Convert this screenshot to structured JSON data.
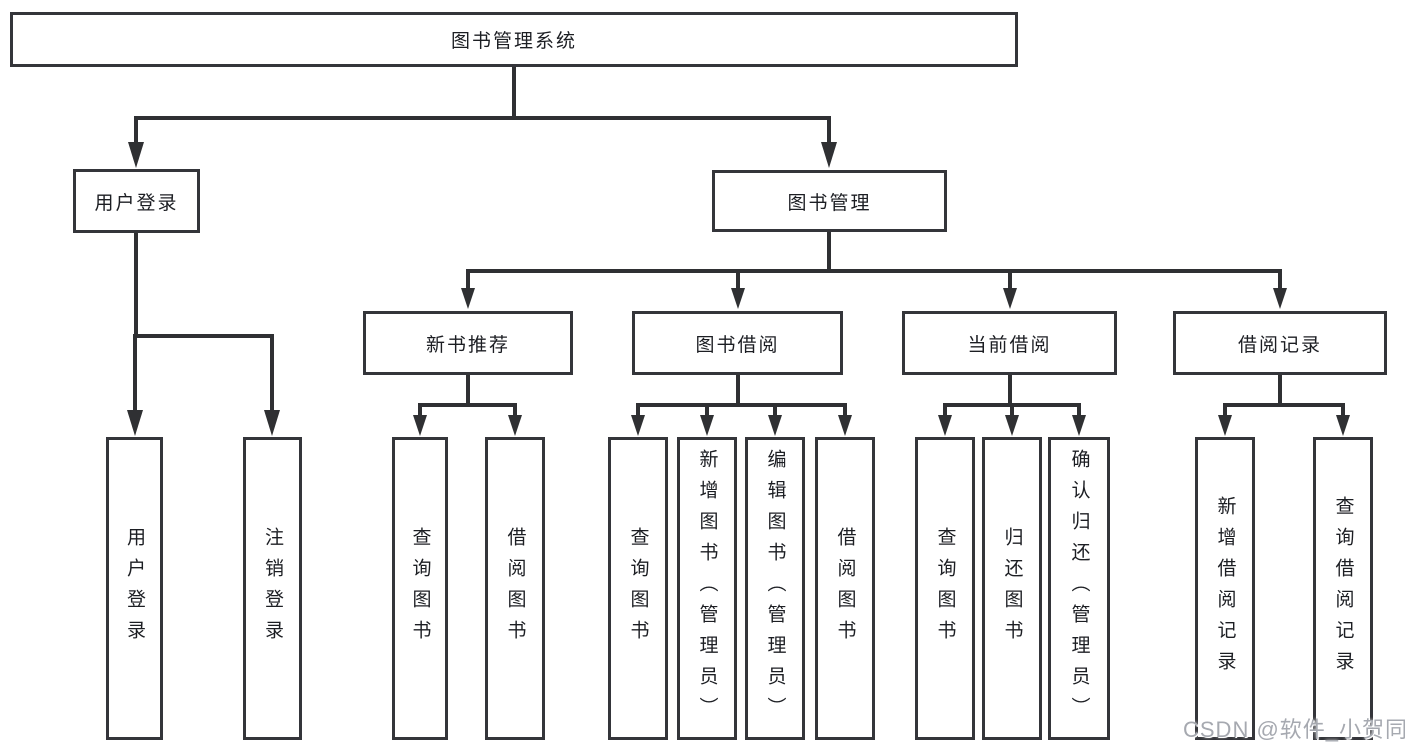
{
  "tree": {
    "root": "图书管理系统",
    "user_login": {
      "label": "用户登录",
      "children": [
        {
          "label": "用户登录"
        },
        {
          "label": "注销登录"
        }
      ]
    },
    "book_management": {
      "label": "图书管理",
      "sections": [
        {
          "label": "新书推荐",
          "children": [
            {
              "label": "查询图书"
            },
            {
              "label": "借阅图书"
            }
          ]
        },
        {
          "label": "图书借阅",
          "children": [
            {
              "label": "查询图书"
            },
            {
              "label": "新增图书（管理员）"
            },
            {
              "label": "编辑图书（管理员）"
            },
            {
              "label": "借阅图书"
            }
          ]
        },
        {
          "label": "当前借阅",
          "children": [
            {
              "label": "查询图书"
            },
            {
              "label": "归还图书"
            },
            {
              "label": "确认归还（管理员）"
            }
          ]
        },
        {
          "label": "借阅记录",
          "children": [
            {
              "label": "新增借阅记录"
            },
            {
              "label": "查询借阅记录"
            }
          ]
        }
      ]
    }
  },
  "watermark": {
    "text": "CSDN @软件_小贺同学"
  },
  "colors": {
    "line": "#2f3033",
    "border": "#34353a",
    "text": "#1c1e23",
    "background": "#ffffff",
    "watermark": "#a6a9b0"
  }
}
